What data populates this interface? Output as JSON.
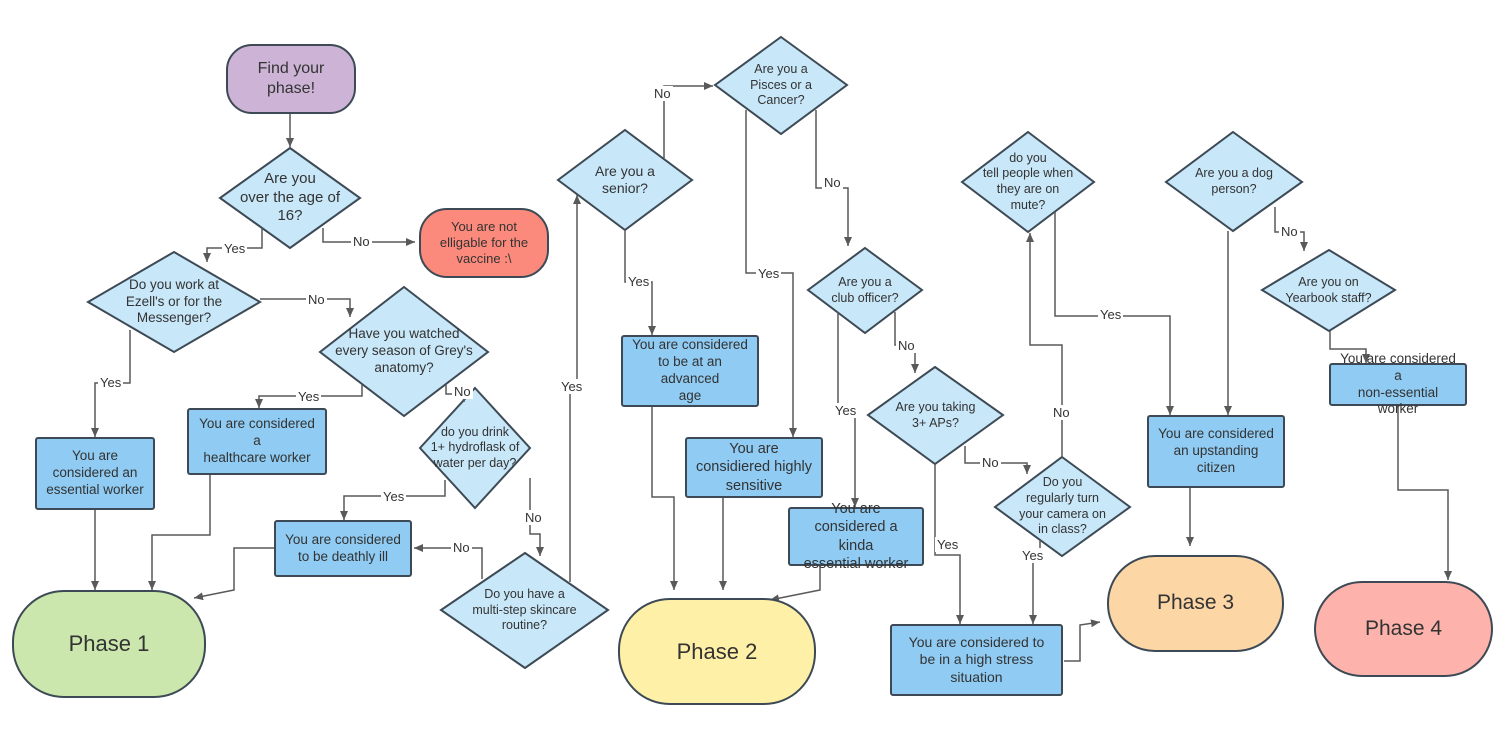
{
  "colors": {
    "decision": "#c8e7f8",
    "box": "#8fcbf2",
    "stroke": "#3d4a55",
    "connector": "#595959",
    "start": "#cdb4d6",
    "not_eligible": "#fb8a7c",
    "phase1": "#cbe7ad",
    "phase2": "#fff0a8",
    "phase3": "#fdd6a6",
    "phase4": "#fdb3ab"
  },
  "nodes": {
    "start": "Find your\nphase!",
    "q_age": "Are you\nover the age of\n16?",
    "not_eligible": "You are not\nelligable for the\nvaccine :\\",
    "q_ezells": "Do you work at\nEzell's or for the\nMessenger?",
    "essential": "You are\nconsidered an\nessential worker",
    "q_greys": "Have you watched\nevery season of Grey's\nanatomy?",
    "healthcare": "You are considered a\nhealthcare worker",
    "q_hydro": "do you drink\n1+ hydroflask of\nwater per day?",
    "deathly": "You are considered\nto be deathly ill",
    "q_skincare": "Do you have a\nmulti-step skincare\nroutine?",
    "phase1": "Phase 1",
    "q_senior": "Are you a\nsenior?",
    "advanced": "You are considered\nto be at an advanced\nage",
    "q_pisces": "Are you a\nPisces or a\nCancer?",
    "sensitive": "You are\nconsidiered highly\nsensitive",
    "q_club": "Are you a\nclub officer?",
    "kinda": "You are\nconsidered a kinda\nessential worker",
    "q_aps": "Are you taking\n3+ APs?",
    "highstress": "You are considered to\nbe in a high stress\nsituation",
    "q_camera": "Do you\nregularly turn\nyour camera on\nin class?",
    "phase2": "Phase 2",
    "q_mute": "do you\ntell people when\nthey are on\nmute?",
    "upstanding": "You are considered\nan upstanding citizen",
    "phase3": "Phase 3",
    "q_dog": "Are you a dog\nperson?",
    "q_yearbook": "Are you on\nYearbook staff?",
    "nonessential": "You are considered a\nnon-essential worker",
    "phase4": "Phase 4"
  },
  "edge_labels": {
    "yes": "Yes",
    "no": "No"
  }
}
